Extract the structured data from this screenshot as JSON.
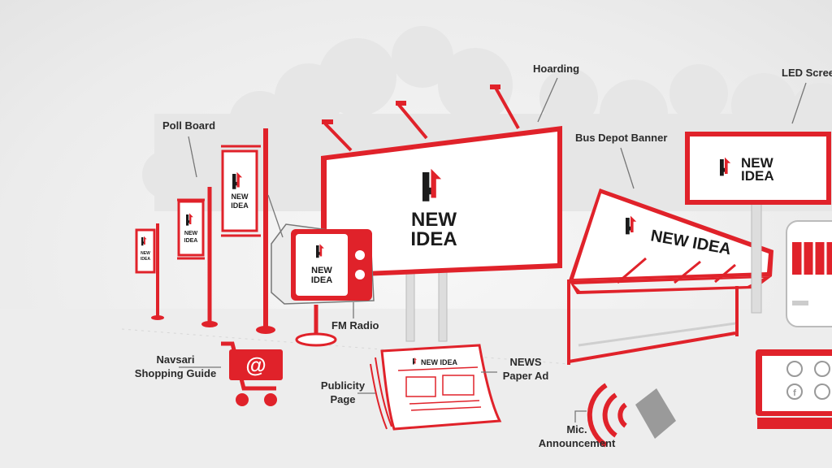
{
  "brand": {
    "name_line1": "NEW",
    "name_line2": "IDEA",
    "name_full": "NEW IDEA",
    "accent_color": "#e0222a",
    "dark_color": "#1b1b1b"
  },
  "labels": {
    "hoarding": "Hoarding",
    "led_screen": "LED Scree",
    "poll_board": "Poll Board",
    "bus_depot_banner": "Bus Depot Banner",
    "fm_radio": "FM Radio",
    "navsari_line1": "Navsari",
    "navsari_line2": "Shopping Guide",
    "publicity_line1": "Publicity",
    "publicity_line2": "Page",
    "news_line1": "NEWS",
    "news_line2": "Paper Ad",
    "mic_line1": "Mic.",
    "mic_line2": "Announcement"
  },
  "icons": [
    "logo-icon",
    "shopping-cart-icon",
    "at-sign-icon",
    "megaphone-icon",
    "whatsapp-icon",
    "youtube-icon",
    "facebook-icon",
    "instagram-icon",
    "tv-icon",
    "newspaper-icon"
  ]
}
